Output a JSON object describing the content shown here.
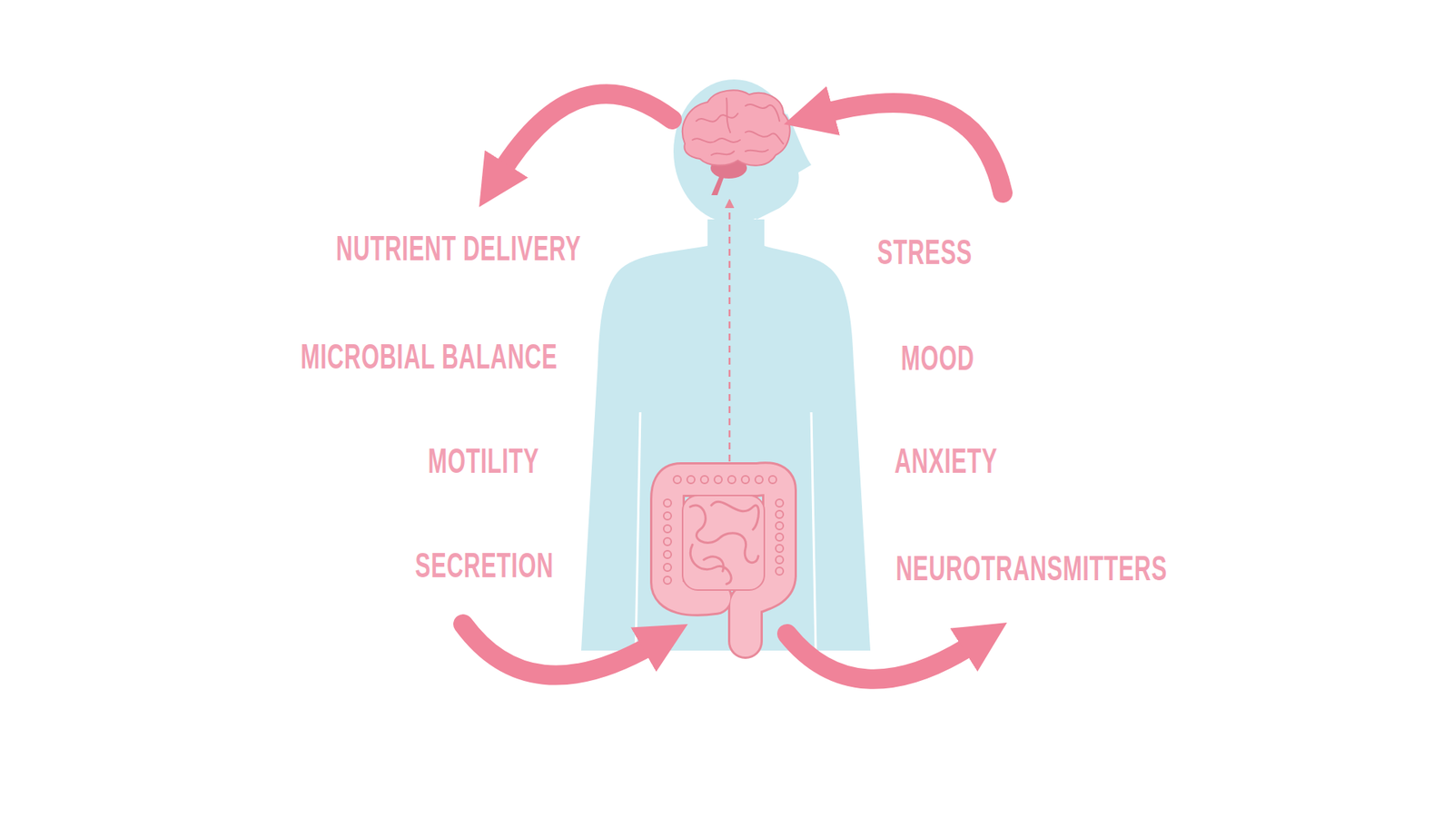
{
  "diagram": {
    "labels": [
      "NUTRIENT DELIVERY",
      "MICROBIAL BALANCE",
      "MOTILITY",
      "SECRETION",
      "STRESS",
      "MOOD",
      "ANXIETY",
      "NEUROTRANSMITTERS"
    ]
  }
}
